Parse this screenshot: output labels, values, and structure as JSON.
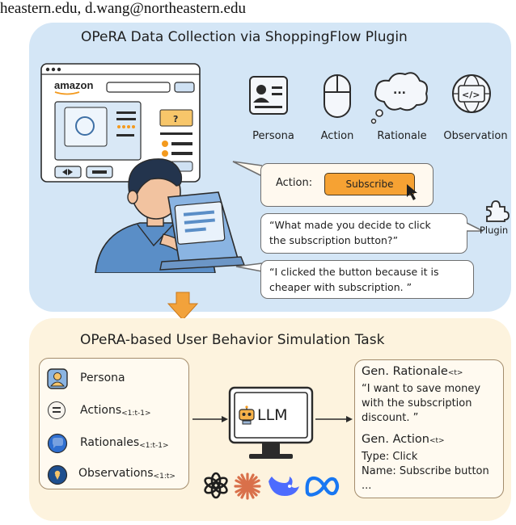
{
  "header": {
    "text": "heastern.edu, d.wang@northeastern.edu"
  },
  "top_panel": {
    "title": "OPeRA Data Collection via ShoppingFlow Plugin",
    "browser": {
      "logo": "amazon"
    },
    "icons": [
      {
        "name": "persona-icon",
        "label": "Persona"
      },
      {
        "name": "mouse-icon",
        "label": "Action"
      },
      {
        "name": "thought-cloud-icon",
        "label": "Rationale",
        "glyph": "..."
      },
      {
        "name": "globe-code-icon",
        "label": "Observation",
        "glyph": "</>"
      }
    ],
    "action_bubble": {
      "label": "Action:",
      "button": "Subscribe"
    },
    "question_bubble": {
      "line1": "“What made you decide to click",
      "line2": "the subscription button?”"
    },
    "plugin_label": "Plugin",
    "answer_bubble": {
      "line1": "“I clicked the button because it is",
      "line2": "cheaper with subscription. ”"
    }
  },
  "bottom_panel": {
    "title": "OPeRA-based User Behavior Simulation Task",
    "inputs": [
      {
        "label": "Persona",
        "sub": ""
      },
      {
        "label": "Actions",
        "sub": "<1:t-1>"
      },
      {
        "label": "Rationales",
        "sub": "<1:t-1>"
      },
      {
        "label": "Observations",
        "sub": "<1:t>"
      }
    ],
    "model_label": "LLM",
    "output": {
      "rationale_head": "Gen. Rationale",
      "rationale_sub": "<t>",
      "rationale_lines": [
        "“I want to save money",
        "with the subscription",
        "discount. ”"
      ],
      "action_head": "Gen. Action",
      "action_sub": "<t>",
      "action_lines": [
        "Type: Click",
        "Name: Subscribe button",
        "..."
      ]
    }
  },
  "colors": {
    "top_bg": "#d4e6f6",
    "bottom_bg": "#fdf3de",
    "subscribe": "#f6a233",
    "arrow": "#f2a23b"
  }
}
